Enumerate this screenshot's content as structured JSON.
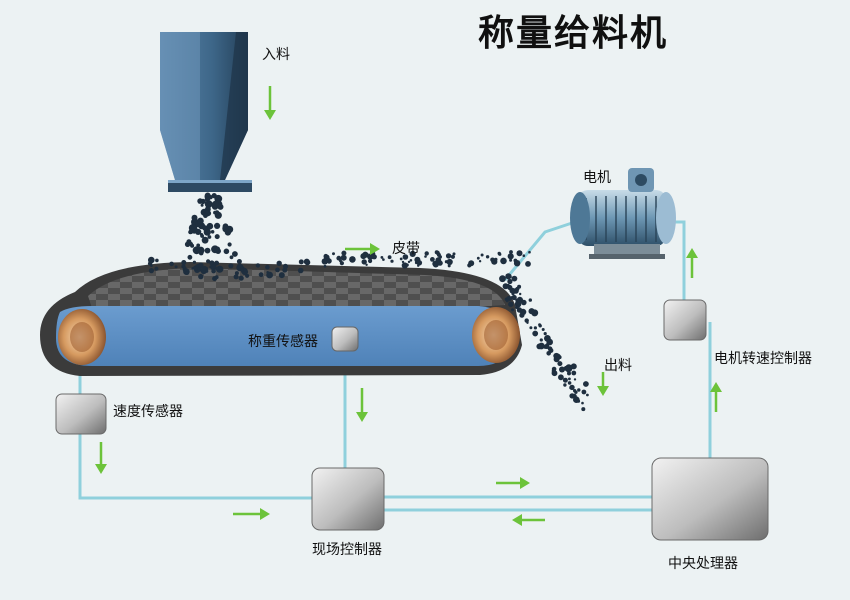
{
  "title": "称量给料机",
  "labels": {
    "feed_in": "入料",
    "belt": "皮带",
    "motor": "电机",
    "discharge": "出料",
    "weighing_sensor": "称重传感器",
    "speed_sensor": "速度传感器",
    "field_controller": "现场控制器",
    "motor_speed_controller": "电机转速控制器",
    "central_processor": "中央处理器"
  },
  "colors": {
    "background": "#ecf2f3",
    "belt_blue": "#5c8fc4",
    "belt_dark": "#3a3a3a",
    "signal_line": "#8fd0dc",
    "arrow_green": "#6cc33a",
    "box_grey": "#bdbdbd"
  }
}
